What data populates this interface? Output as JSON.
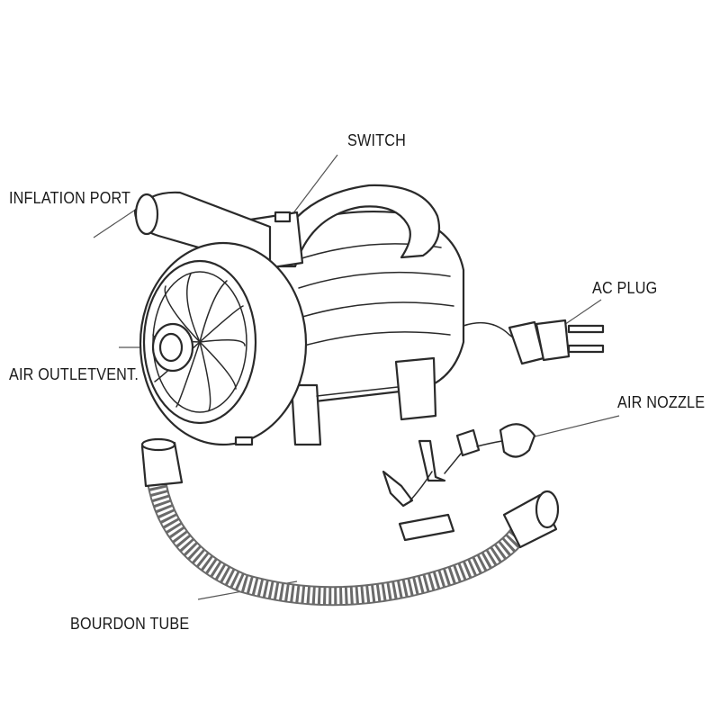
{
  "labels": {
    "switch": "SWITCH",
    "inflation_port": "INFLATION PORT",
    "ac_plug": "AC PLUG",
    "air_outlet": "AIR OUTLETVENT.",
    "air_nozzle": "AIR NOZZLE",
    "bourdon_tube": "BOURDON TUBE"
  }
}
